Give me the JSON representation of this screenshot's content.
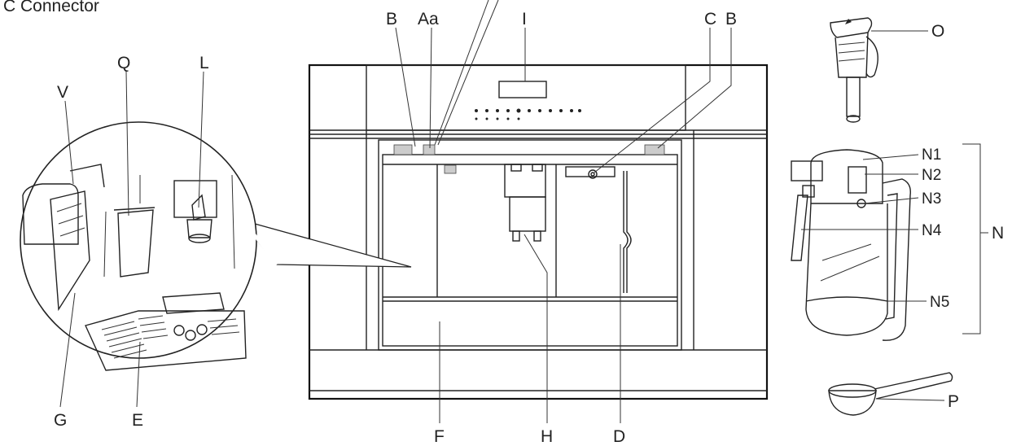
{
  "caption": "C   Connector",
  "labels": {
    "B_left": "B",
    "Aa": "Aa",
    "I": "I",
    "C": "C",
    "B_right": "B",
    "O": "O",
    "N1": "N1",
    "N2": "N2",
    "N3": "N3",
    "N4": "N4",
    "N": "N",
    "N5": "N5",
    "P": "P",
    "V": "V",
    "Q": "Q",
    "L": "L",
    "G": "G",
    "E": "E",
    "F": "F",
    "H": "H",
    "D": "D"
  }
}
